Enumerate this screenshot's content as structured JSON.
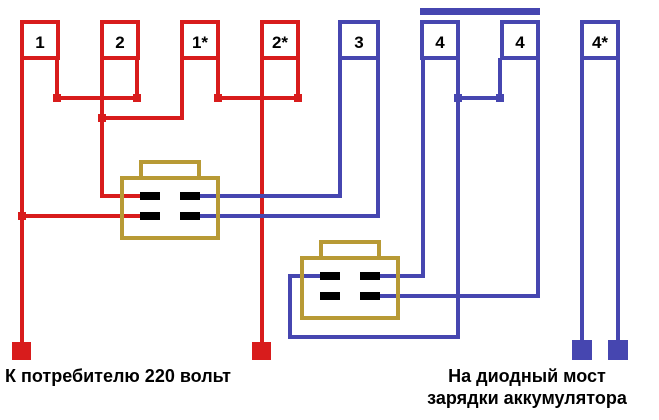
{
  "terminals": [
    {
      "label": "1",
      "color": "#d81c1c"
    },
    {
      "label": "2",
      "color": "#d81c1c"
    },
    {
      "label": "1*",
      "color": "#d81c1c"
    },
    {
      "label": "2*",
      "color": "#d81c1c"
    },
    {
      "label": "3",
      "color": "#4646b0"
    },
    {
      "label": "4",
      "color": "#4646b0"
    },
    {
      "label": "4",
      "color": "#4646b0"
    },
    {
      "label": "4*",
      "color": "#4646b0"
    }
  ],
  "captions": {
    "consumer": "К потребителю 220 вольт",
    "bridge_line1": "На диодный мост",
    "bridge_line2": "зарядки аккумулятора"
  },
  "colors": {
    "red": "#d81c1c",
    "blue": "#4646b0",
    "connector": "#b89a35",
    "pin": "#000000"
  }
}
